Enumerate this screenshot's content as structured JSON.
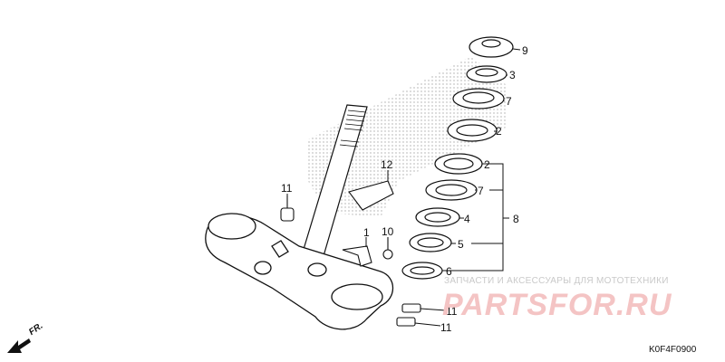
{
  "callouts": {
    "c9": "9",
    "c3": "3",
    "c7a": "7",
    "c2a": "2",
    "c2b": "2",
    "c7b": "7",
    "c4": "4",
    "c8": "8",
    "c5": "5",
    "c6": "6",
    "c12": "12",
    "c11a": "11",
    "c1": "1",
    "c10": "10",
    "c11b": "11",
    "c11c": "11"
  },
  "watermark": {
    "tagline": "ЗАПЧАСТИ И АКСЕССУАРЫ ДЛЯ МОТОТЕХНИКИ",
    "brand": "PARTSFOR.RU"
  },
  "direction_label": "FR.",
  "diagram_code": "K0F4F0900"
}
